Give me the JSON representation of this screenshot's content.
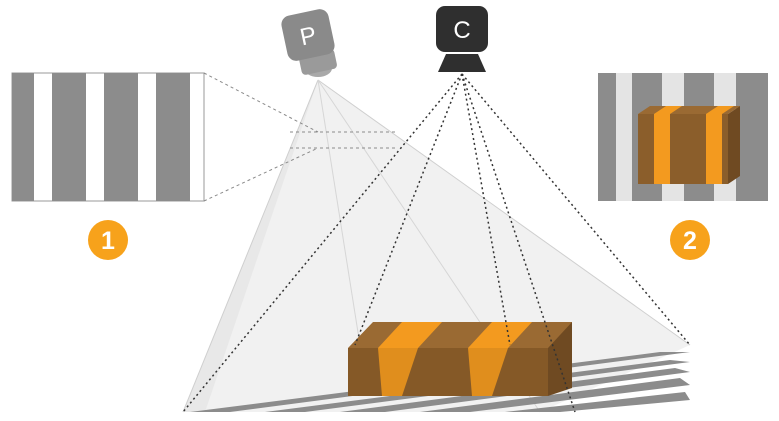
{
  "projector": {
    "label": "P",
    "body_color": "#8a8a8a",
    "lens_color": "#a9a9a9"
  },
  "camera": {
    "label": "C",
    "body_color": "#2f2f2f"
  },
  "markers": [
    {
      "number": "1",
      "color": "#f7a21b"
    },
    {
      "number": "2",
      "color": "#f7a21b"
    }
  ],
  "colors": {
    "stripe_dark": "#8c8c8c",
    "stripe_light": "#ffffff",
    "object_brown": "#8b5e2b",
    "object_orange": "#f39a1f",
    "frustum_fill": "#e9e9e9",
    "line": "#333333"
  },
  "icons": [
    "projector-icon",
    "camera-icon"
  ]
}
